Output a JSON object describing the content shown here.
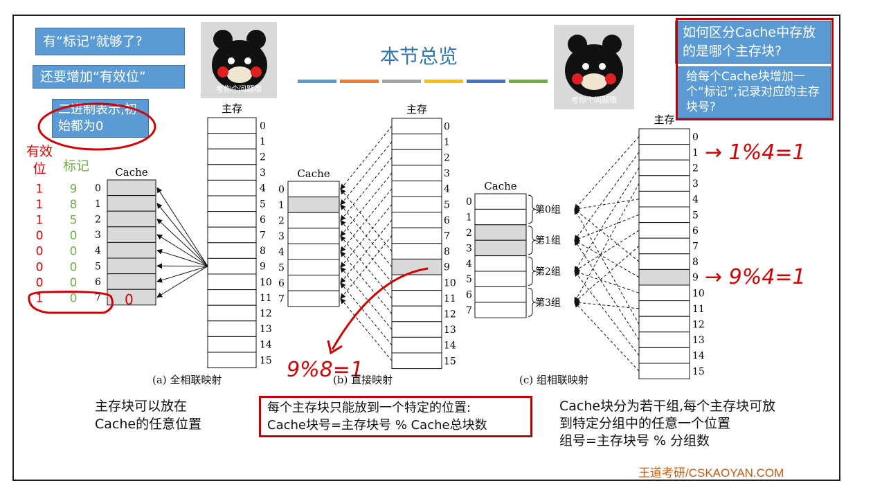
{
  "title": "本节总览",
  "title_bar_colors": [
    "#5b9bd5",
    "#ed7d31",
    "#a5a5a5",
    "#ffc000",
    "#4472c4",
    "#70ad47"
  ],
  "callouts": {
    "q1": "有“标记”就够了?",
    "q2": "还要增加“有效位”",
    "binary": "二进制表示,初始都为0",
    "q3": "如何区分Cache中存放的是哪个主存块?",
    "a3": "给每个Cache块增加一个“标记”,记录对应的主存块号?"
  },
  "bear_caption": "考你个问题哦",
  "labels": {
    "valid_bit": "有效位",
    "tag": "标记",
    "cache": "Cache",
    "main_memory": "主存"
  },
  "valid_bits": [
    "1",
    "1",
    "1",
    "0",
    "0",
    "0",
    "0",
    "1"
  ],
  "tags": [
    "9",
    "8",
    "5",
    "0",
    "0",
    "0",
    "0",
    "0"
  ],
  "mem_indices": [
    "0",
    "1",
    "2",
    "3",
    "4",
    "5",
    "6",
    "7",
    "8",
    "9",
    "10",
    "11",
    "12",
    "13",
    "14",
    "15"
  ],
  "cache_indices": [
    "0",
    "1",
    "2",
    "3",
    "4",
    "5",
    "6",
    "7"
  ],
  "groups": [
    "第0组",
    "第1组",
    "第2组",
    "第3组"
  ],
  "captions": {
    "a": "(a) 全相联映射",
    "b": "(b) 直接映射",
    "c": "(c) 组相联映射"
  },
  "notes": {
    "a": "主存块可以放在\nCache的任意位置",
    "b1": "每个主存块只能放到一个特定的位置:",
    "b2": "Cache块号=主存块号 % Cache总块数",
    "c1": "Cache块分为若干组,每个主存块可放",
    "c2": "到特定分组中的任意一个位置",
    "c3": "组号=主存块号 % 分组数"
  },
  "handwriting": {
    "zero": "0",
    "mod8": "9%8=1",
    "mod4a": "→ 1%4=1",
    "mod4b": "→ 9%4=1"
  },
  "watermark": "王道考研/CSKAOYAN.COM"
}
